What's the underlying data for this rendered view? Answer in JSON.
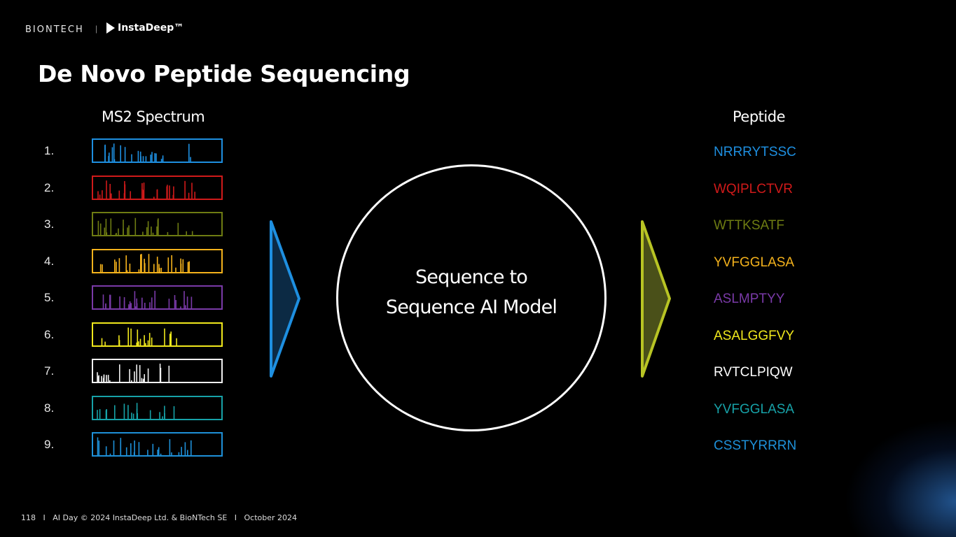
{
  "logo": {
    "brand1": "BIONTECH",
    "separator": "|",
    "brand2": "InstaDeep™"
  },
  "title": "De Novo Peptide Sequencing",
  "left_heading": "MS2 Spectrum",
  "right_heading": "Peptide",
  "model_label": [
    "Sequence to",
    "Sequence AI Model"
  ],
  "rows": [
    {
      "index": "1.",
      "color": "#1e8fe0",
      "peptide": "NRRRYTSSC"
    },
    {
      "index": "2.",
      "color": "#d01a1a",
      "peptide": "WQIPLCTVR"
    },
    {
      "index": "3.",
      "color": "#6e7c12",
      "peptide": "WTTKSATF"
    },
    {
      "index": "4.",
      "color": "#f4b21c",
      "peptide": "YVFGGLASA"
    },
    {
      "index": "5.",
      "color": "#7a3aa8",
      "peptide": "ASLMPTYY"
    },
    {
      "index": "6.",
      "color": "#f0e81c",
      "peptide": "ASALGGFVY"
    },
    {
      "index": "7.",
      "color": "#f0f0f0",
      "peptide": "RVTCLPIQW"
    },
    {
      "index": "8.",
      "color": "#17a2a8",
      "peptide": "YVFGGLASA"
    },
    {
      "index": "9.",
      "color": "#1e90d8",
      "peptide": "CSSTYRRRN"
    }
  ],
  "arrow_colors": {
    "left": "#1e8fe0",
    "right": "#b8c424"
  },
  "footer": "118   I   AI Day © 2024 InstaDeep Ltd. & BioNTech SE   I   October 2024"
}
